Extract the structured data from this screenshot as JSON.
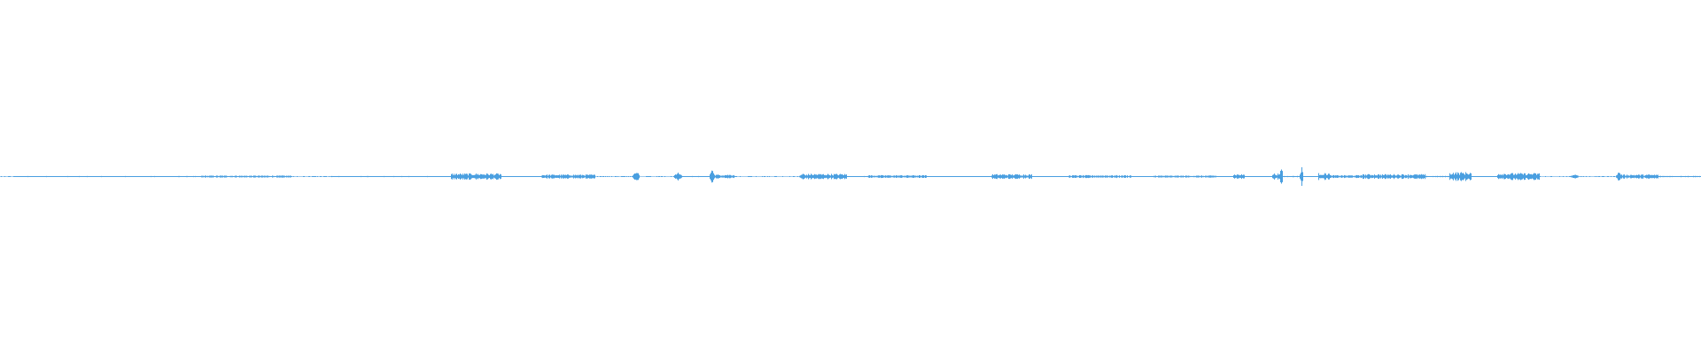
{
  "waveform": {
    "color": "#4a9fe0",
    "segments": [
      {
        "start": 0.0,
        "end": 0.008,
        "amp": 0.02,
        "density": "dotted"
      },
      {
        "start": 0.008,
        "end": 0.118,
        "amp": 0.03,
        "density": "sparse"
      },
      {
        "start": 0.118,
        "end": 0.172,
        "amp": 0.06,
        "density": "dense"
      },
      {
        "start": 0.172,
        "end": 0.195,
        "amp": 0.02,
        "density": "dotted"
      },
      {
        "start": 0.195,
        "end": 0.265,
        "amp": 0.03,
        "density": "sparse"
      },
      {
        "start": 0.265,
        "end": 0.295,
        "amp": 0.18,
        "density": "dense"
      },
      {
        "start": 0.295,
        "end": 0.318,
        "amp": 0.02,
        "density": "sparse"
      },
      {
        "start": 0.318,
        "end": 0.35,
        "amp": 0.12,
        "density": "dense"
      },
      {
        "start": 0.35,
        "end": 0.372,
        "amp": 0.02,
        "density": "dotted"
      },
      {
        "start": 0.372,
        "end": 0.376,
        "amp": 0.32,
        "density": "spike"
      },
      {
        "start": 0.376,
        "end": 0.396,
        "amp": 0.02,
        "density": "dotted"
      },
      {
        "start": 0.396,
        "end": 0.401,
        "amp": 0.22,
        "density": "spike"
      },
      {
        "start": 0.401,
        "end": 0.417,
        "amp": 0.03,
        "density": "sparse"
      },
      {
        "start": 0.417,
        "end": 0.42,
        "amp": 0.55,
        "density": "spike"
      },
      {
        "start": 0.42,
        "end": 0.432,
        "amp": 0.12,
        "density": "dense"
      },
      {
        "start": 0.432,
        "end": 0.47,
        "amp": 0.02,
        "density": "dotted"
      },
      {
        "start": 0.47,
        "end": 0.474,
        "amp": 0.18,
        "density": "spike"
      },
      {
        "start": 0.474,
        "end": 0.498,
        "amp": 0.16,
        "density": "dense"
      },
      {
        "start": 0.498,
        "end": 0.51,
        "amp": 0.03,
        "density": "sparse"
      },
      {
        "start": 0.51,
        "end": 0.545,
        "amp": 0.08,
        "density": "dense"
      },
      {
        "start": 0.545,
        "end": 0.583,
        "amp": 0.02,
        "density": "sparse"
      },
      {
        "start": 0.583,
        "end": 0.607,
        "amp": 0.14,
        "density": "dense"
      },
      {
        "start": 0.607,
        "end": 0.628,
        "amp": 0.02,
        "density": "sparse"
      },
      {
        "start": 0.628,
        "end": 0.665,
        "amp": 0.08,
        "density": "dense"
      },
      {
        "start": 0.665,
        "end": 0.678,
        "amp": 0.02,
        "density": "sparse"
      },
      {
        "start": 0.678,
        "end": 0.715,
        "amp": 0.06,
        "density": "dense"
      },
      {
        "start": 0.715,
        "end": 0.725,
        "amp": 0.02,
        "density": "sparse"
      },
      {
        "start": 0.725,
        "end": 0.732,
        "amp": 0.14,
        "density": "dense"
      },
      {
        "start": 0.732,
        "end": 0.748,
        "amp": 0.02,
        "density": "sparse"
      },
      {
        "start": 0.748,
        "end": 0.752,
        "amp": 0.18,
        "density": "dense"
      },
      {
        "start": 0.752,
        "end": 0.754,
        "amp": 0.55,
        "density": "spike"
      },
      {
        "start": 0.754,
        "end": 0.764,
        "amp": 0.04,
        "density": "sparse"
      },
      {
        "start": 0.764,
        "end": 0.766,
        "amp": 0.55,
        "density": "spike"
      },
      {
        "start": 0.766,
        "end": 0.775,
        "amp": 0.03,
        "density": "sparse"
      },
      {
        "start": 0.775,
        "end": 0.782,
        "amp": 0.2,
        "density": "dense"
      },
      {
        "start": 0.782,
        "end": 0.8,
        "amp": 0.08,
        "density": "dense"
      },
      {
        "start": 0.8,
        "end": 0.838,
        "amp": 0.14,
        "density": "dense"
      },
      {
        "start": 0.838,
        "end": 0.852,
        "amp": 0.04,
        "density": "sparse"
      },
      {
        "start": 0.852,
        "end": 0.865,
        "amp": 0.26,
        "density": "dense"
      },
      {
        "start": 0.865,
        "end": 0.88,
        "amp": 0.02,
        "density": "sparse"
      },
      {
        "start": 0.88,
        "end": 0.905,
        "amp": 0.2,
        "density": "dense"
      },
      {
        "start": 0.905,
        "end": 0.923,
        "amp": 0.02,
        "density": "dotted"
      },
      {
        "start": 0.923,
        "end": 0.928,
        "amp": 0.12,
        "density": "spike"
      },
      {
        "start": 0.928,
        "end": 0.95,
        "amp": 0.02,
        "density": "dotted"
      },
      {
        "start": 0.95,
        "end": 0.953,
        "amp": 0.3,
        "density": "spike"
      },
      {
        "start": 0.953,
        "end": 0.975,
        "amp": 0.12,
        "density": "dense"
      },
      {
        "start": 0.975,
        "end": 1.0,
        "amp": 0.04,
        "density": "dense"
      }
    ]
  }
}
